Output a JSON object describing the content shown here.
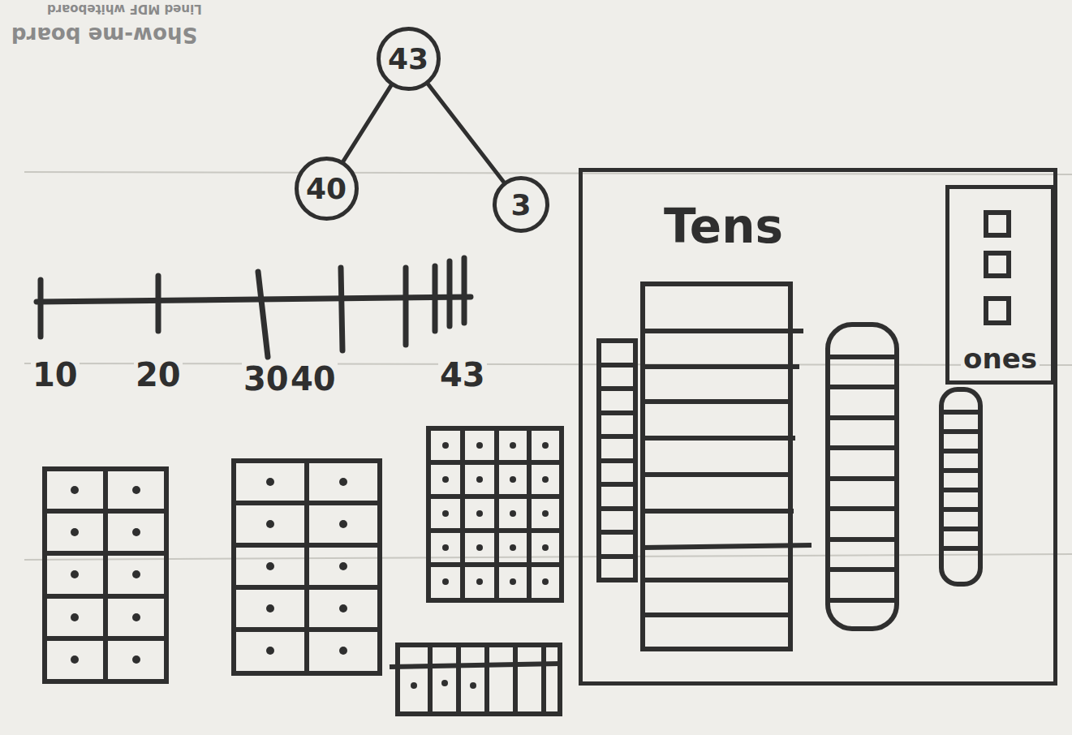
{
  "diagram": {
    "nodes": [
      {
        "text": [
          "43"
        ]
      },
      {
        "text": [
          "40"
        ]
      },
      {
        "text": [
          "3"
        ]
      },
      {
        "text": [
          "Tens"
        ]
      },
      {
        "text": [
          "ones"
        ],
        "in": 3
      }
    ],
    "edges": [
      {
        "from": 0,
        "to": 1,
        "arrow": "none"
      },
      {
        "from": 0,
        "to": 2,
        "arrow": "none"
      }
    ],
    "labels": [
      "10",
      "20",
      "30",
      "40",
      "43",
      "Show-me board",
      "Lined MDF whiteboard"
    ]
  }
}
